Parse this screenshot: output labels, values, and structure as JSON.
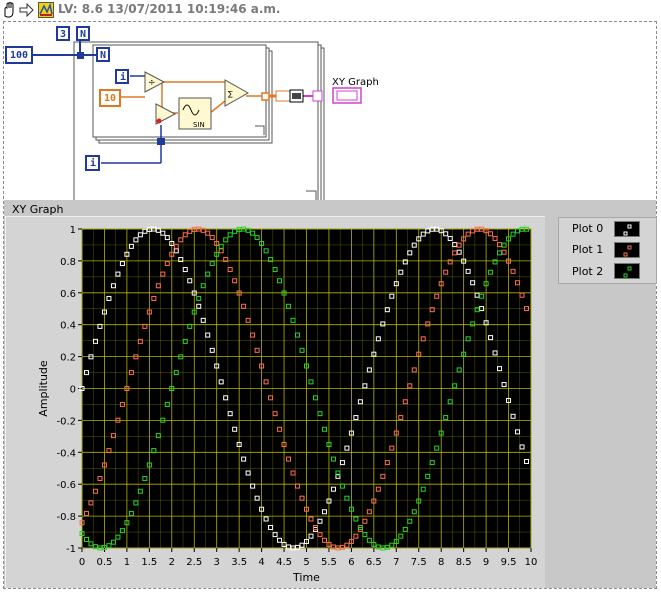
{
  "toolbar": {
    "title": "LV: 8.6 13/07/2011 10:19:46 a.m.",
    "icons": [
      "hand-tool-icon",
      "arrow-right-icon",
      "labview-icon"
    ]
  },
  "block_diagram": {
    "constants": {
      "outer_n": "100",
      "inner_n": "3",
      "divisor": "10",
      "loop_n_label": "N",
      "iter_label": "i"
    },
    "graph_terminal_label": "XY Graph",
    "functions": [
      "divide-node",
      "subtract-node",
      "sine-function",
      "bundle-node",
      "build-array-node"
    ],
    "sine_label": "SIN"
  },
  "front_panel": {
    "graph_label": "XY Graph",
    "legend": [
      {
        "label": "Plot 0",
        "color": "#ffffff"
      },
      {
        "label": "Plot 1",
        "color": "#ff6f4e"
      },
      {
        "label": "Plot 2",
        "color": "#28d628"
      }
    ]
  },
  "chart_data": {
    "type": "scatter",
    "title": "",
    "xlabel": "Time",
    "ylabel": "Amplitude",
    "xlim": [
      0,
      10
    ],
    "ylim": [
      -1,
      1
    ],
    "xticks": [
      "0",
      "0.5",
      "1",
      "1.5",
      "2",
      "2.5",
      "3",
      "3.5",
      "4",
      "4.5",
      "5",
      "5.5",
      "6",
      "6.5",
      "7",
      "7.5",
      "8",
      "8.5",
      "9",
      "9.5",
      "10"
    ],
    "yticks": [
      "1",
      "0.8",
      "0.6",
      "0.4",
      "0.2",
      "0",
      "-0.2",
      "-0.4",
      "-0.6",
      "-0.8",
      "-1"
    ],
    "grid": true,
    "x_step": 0.1,
    "point_count": 100,
    "series": [
      {
        "name": "Plot 0",
        "function": "sin(2πx/6.283 * 1) with phase 0",
        "phase": 0,
        "color": "#ffffff"
      },
      {
        "name": "Plot 1",
        "phase": -1,
        "color": "#ff6f4e"
      },
      {
        "name": "Plot 2",
        "phase": -2,
        "color": "#28d628"
      }
    ],
    "background": "#000000",
    "grid_color": "#c8c800"
  }
}
